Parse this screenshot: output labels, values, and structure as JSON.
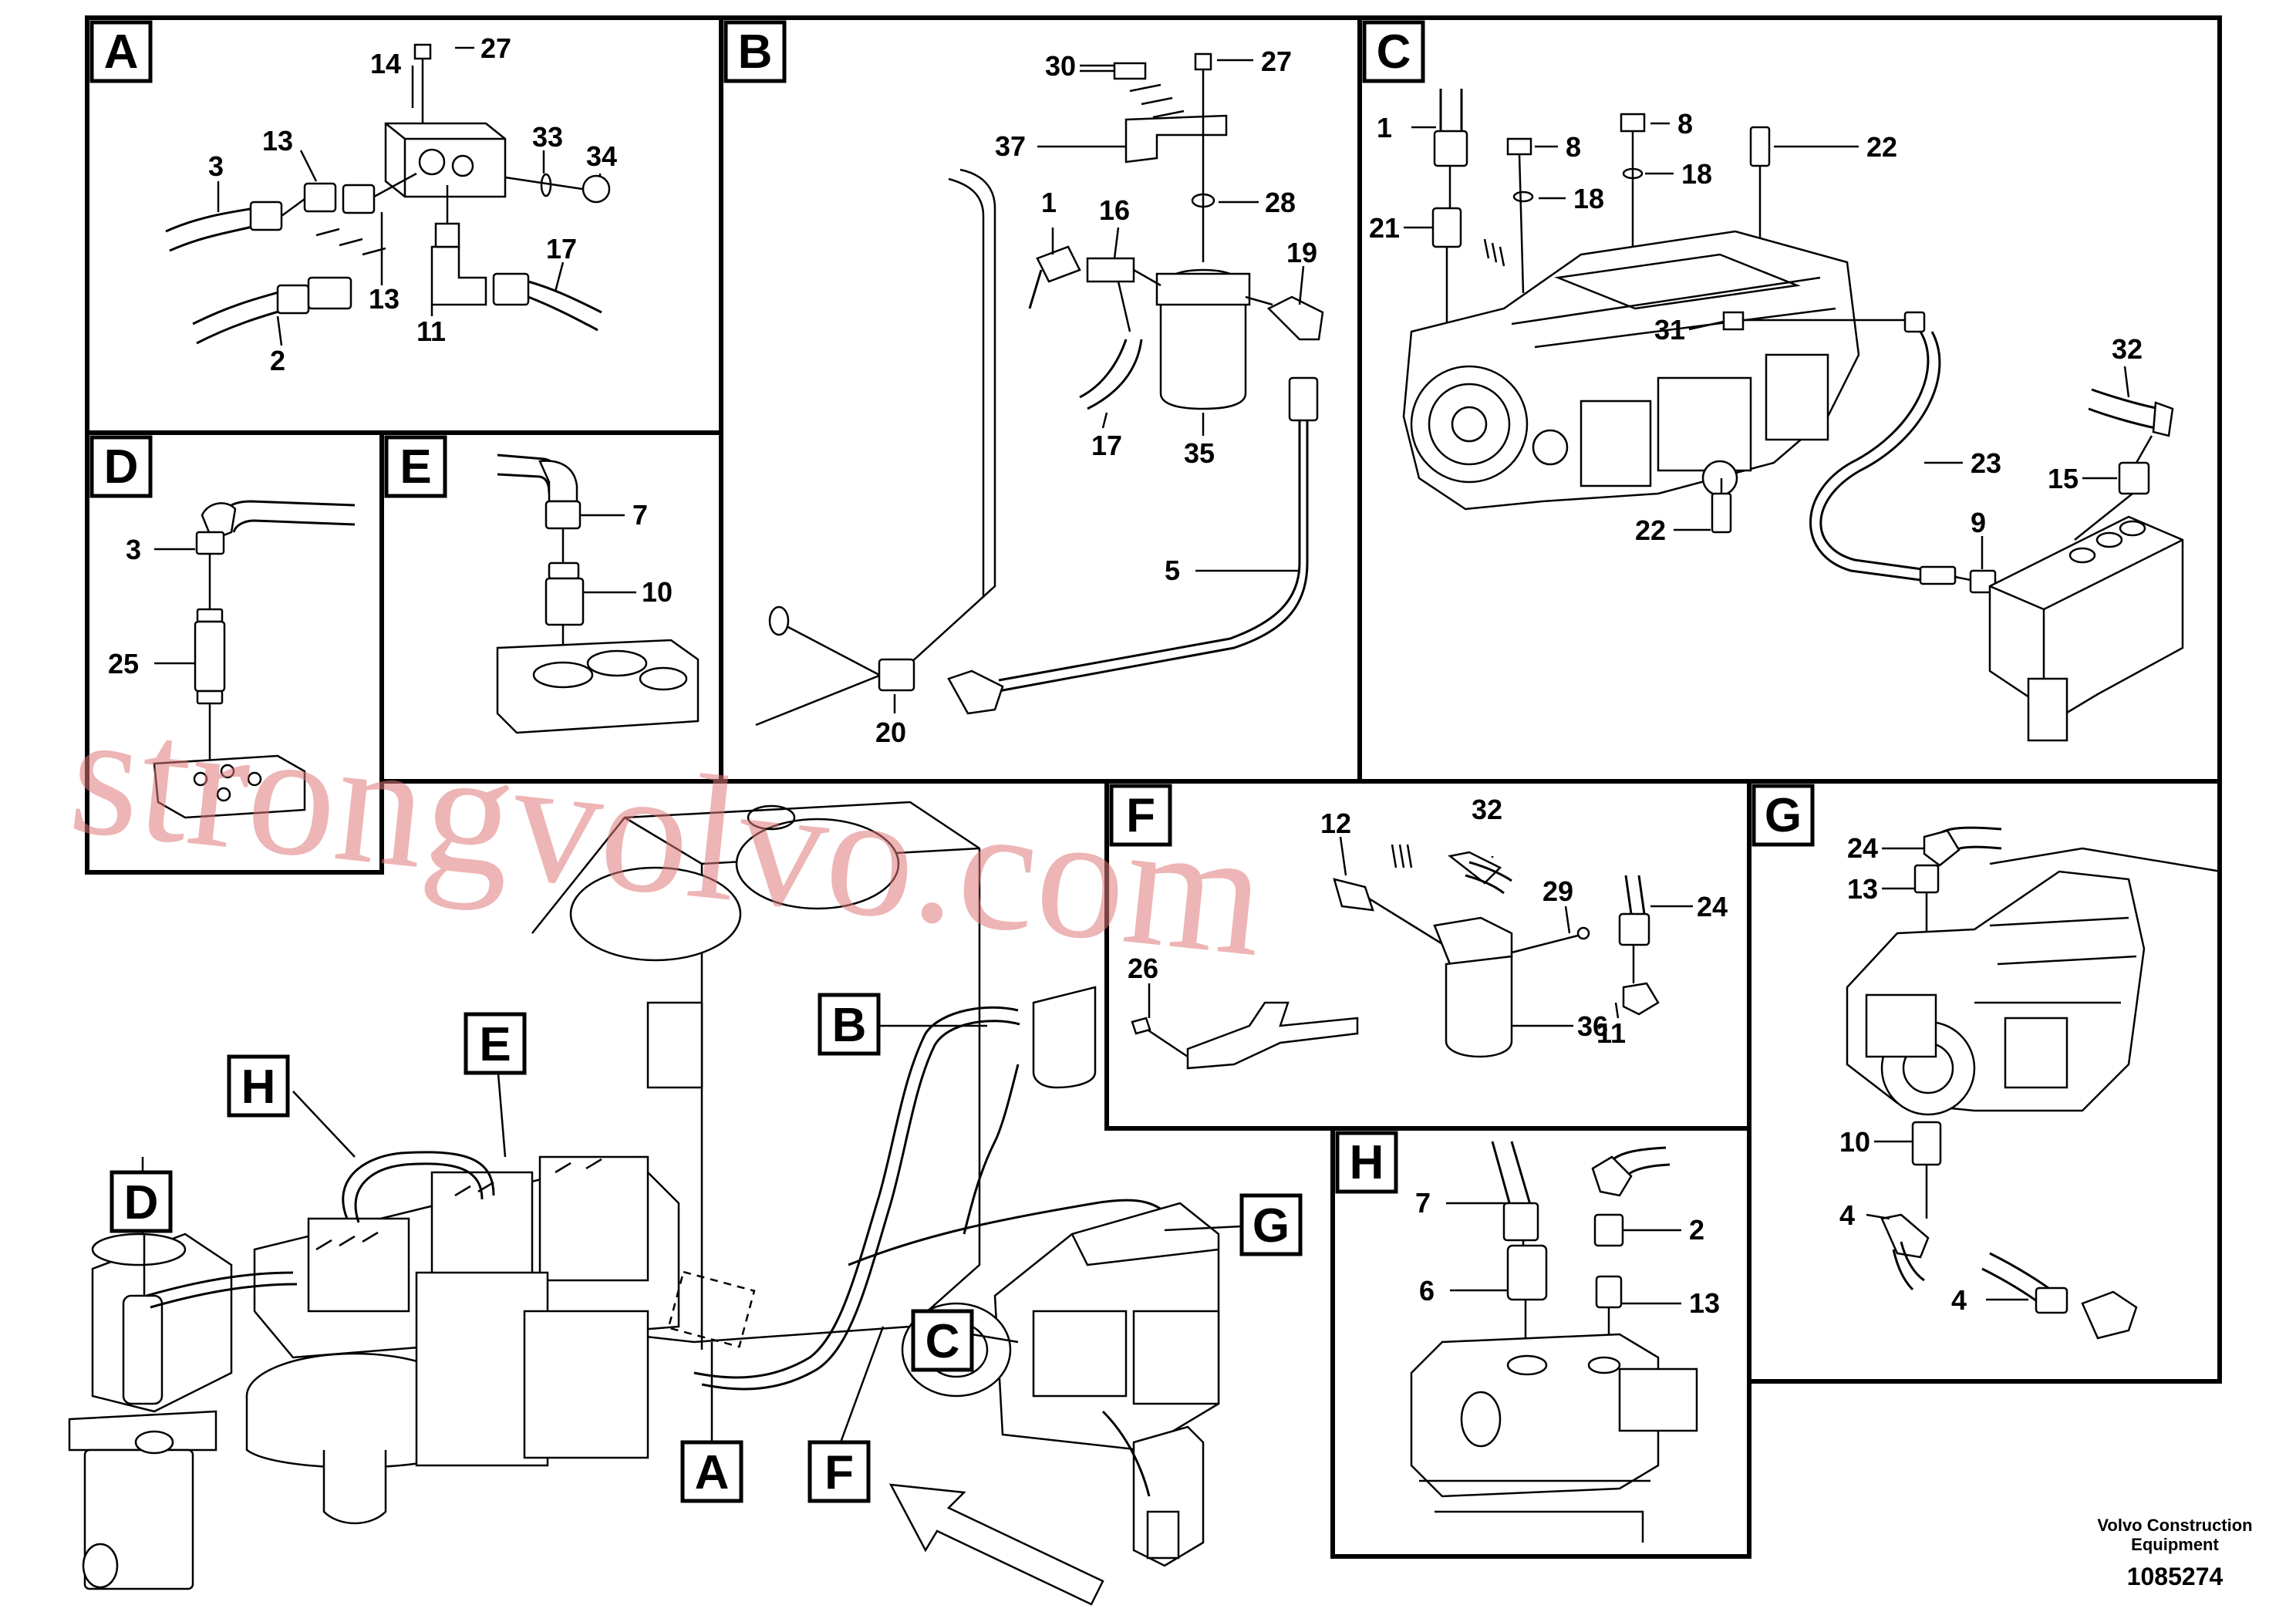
{
  "panels": {
    "A": {
      "label": "A",
      "callouts": [
        "27",
        "14",
        "13",
        "33",
        "34",
        "3",
        "17",
        "13",
        "11",
        "2"
      ]
    },
    "B": {
      "label": "B",
      "callouts": [
        "30",
        "27",
        "37",
        "28",
        "1",
        "16",
        "19",
        "17",
        "35",
        "5",
        "20"
      ]
    },
    "C": {
      "label": "C",
      "callouts": [
        "1",
        "8",
        "8",
        "22",
        "18",
        "18",
        "21",
        "31",
        "32",
        "23",
        "15",
        "22",
        "9"
      ]
    },
    "D": {
      "label": "D",
      "callouts": [
        "3",
        "25"
      ]
    },
    "E": {
      "label": "E",
      "callouts": [
        "7",
        "10"
      ]
    },
    "F": {
      "label": "F",
      "callouts": [
        "12",
        "32",
        "29",
        "24",
        "26",
        "36",
        "11"
      ]
    },
    "G": {
      "label": "G",
      "callouts": [
        "24",
        "13",
        "10",
        "4",
        "4"
      ]
    },
    "H": {
      "label": "H",
      "callouts": [
        "7",
        "2",
        "6",
        "13"
      ]
    }
  },
  "overview_labels": [
    "H",
    "E",
    "D",
    "B",
    "G",
    "C",
    "A",
    "F"
  ],
  "footer": {
    "brand_line1": "Volvo Construction",
    "brand_line2": "Equipment",
    "doc_number": "1085274"
  },
  "watermark": "strongvolvo.com"
}
